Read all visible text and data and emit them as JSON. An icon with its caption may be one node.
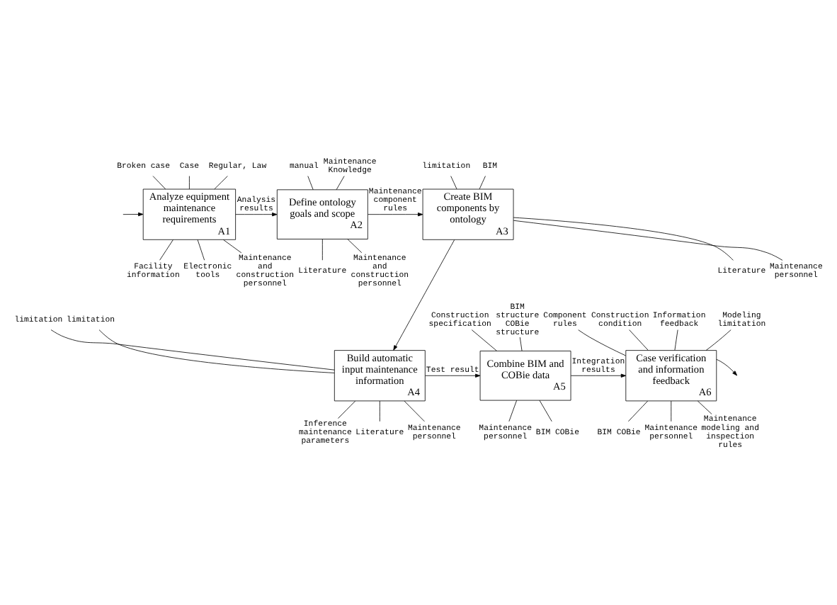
{
  "diagram": {
    "nodes": [
      {
        "text": [
          "Analyze equipment maintenance requirements",
          "A1"
        ]
      },
      {
        "text": [
          "Define ontology goals and scope",
          "A2"
        ]
      },
      {
        "text": [
          "Create BIM components by ontology",
          "A3"
        ]
      },
      {
        "text": [
          "Build automatic input maintenance information",
          "A4"
        ]
      },
      {
        "text": [
          "Combine BIM and COBie data",
          "A5"
        ]
      },
      {
        "text": [
          "Case verification and information feedback",
          "A6"
        ]
      },
      {
        "text": [
          "Broken case"
        ]
      },
      {
        "text": [
          "Facility information"
        ]
      },
      {
        "text": [
          "Case"
        ]
      },
      {
        "text": [
          "Regular, Law"
        ]
      },
      {
        "text": [
          "Electronic tools"
        ]
      },
      {
        "text": [
          "Maintenance and construction personnel"
        ]
      },
      {
        "text": [
          "Maintenance Knowledge"
        ]
      },
      {
        "text": [
          "manual"
        ]
      },
      {
        "text": [
          "Literature"
        ]
      },
      {
        "text": [
          "Maintenance and construction personnel"
        ]
      },
      {
        "text": [
          "BIM"
        ]
      },
      {
        "text": [
          "limitation"
        ]
      },
      {
        "text": [
          "Literature"
        ]
      },
      {
        "text": [
          "Maintenance personnel"
        ]
      },
      {
        "text": [
          "limitation"
        ]
      },
      {
        "text": [
          "limitation"
        ]
      },
      {
        "text": [
          "Inference maintenance parameters"
        ]
      },
      {
        "text": [
          "Literature"
        ]
      },
      {
        "text": [
          "Maintenance personnel"
        ]
      },
      {
        "text": [
          "BIM structure COBie structure"
        ]
      },
      {
        "text": [
          "Construction specification"
        ]
      },
      {
        "text": [
          "BIM COBie"
        ]
      },
      {
        "text": [
          "Maintenance personnel"
        ]
      },
      {
        "text": [
          "Modeling limitation"
        ]
      },
      {
        "text": [
          "Component rules"
        ]
      },
      {
        "text": [
          "Construction condition"
        ]
      },
      {
        "text": [
          "BIM COBie"
        ]
      },
      {
        "text": [
          "Maintenance personnel"
        ]
      },
      {
        "text": [
          "Information feedback"
        ]
      },
      {
        "text": [
          "Maintenance modeling and inspection rules"
        ]
      }
    ],
    "edges": [
      {
        "from": null,
        "to": 0,
        "arrow": "to"
      },
      {
        "from": 0,
        "to": 1,
        "arrow": "to",
        "label": "Analysis results"
      },
      {
        "from": 1,
        "to": 2,
        "arrow": "to",
        "label": "Maintenance component rules"
      },
      {
        "from": 2,
        "to": 3,
        "arrow": "to"
      },
      {
        "from": 3,
        "to": 4,
        "arrow": "to",
        "label": "Test result"
      },
      {
        "from": 4,
        "to": 5,
        "arrow": "to",
        "label": "Integration results"
      },
      {
        "from": 5,
        "to": null,
        "arrow": "to"
      },
      {
        "from": 6,
        "to": 0,
        "arrow": "none"
      },
      {
        "from": 7,
        "to": 0,
        "arrow": "none"
      },
      {
        "from": 8,
        "to": 0,
        "arrow": "none"
      },
      {
        "from": 9,
        "to": 0,
        "arrow": "none"
      },
      {
        "from": 10,
        "to": 0,
        "arrow": "none"
      },
      {
        "from": 11,
        "to": 0,
        "arrow": "none"
      },
      {
        "from": 12,
        "to": 1,
        "arrow": "none"
      },
      {
        "from": 13,
        "to": 1,
        "arrow": "none"
      },
      {
        "from": 14,
        "to": 1,
        "arrow": "none"
      },
      {
        "from": 15,
        "to": 1,
        "arrow": "none"
      },
      {
        "from": 16,
        "to": 2,
        "arrow": "none"
      },
      {
        "from": 17,
        "to": 2,
        "arrow": "none"
      },
      {
        "from": 18,
        "to": 2,
        "arrow": "none"
      },
      {
        "from": 19,
        "to": 2,
        "arrow": "none"
      },
      {
        "from": 20,
        "to": 3,
        "arrow": "none"
      },
      {
        "from": 21,
        "to": 3,
        "arrow": "none"
      },
      {
        "from": 22,
        "to": 3,
        "arrow": "none"
      },
      {
        "from": 23,
        "to": 3,
        "arrow": "none"
      },
      {
        "from": 24,
        "to": 3,
        "arrow": "none"
      },
      {
        "from": 25,
        "to": 4,
        "arrow": "none"
      },
      {
        "from": 26,
        "to": 4,
        "arrow": "none"
      },
      {
        "from": 27,
        "to": 4,
        "arrow": "none"
      },
      {
        "from": 28,
        "to": 4,
        "arrow": "none"
      },
      {
        "from": 29,
        "to": 5,
        "arrow": "none"
      },
      {
        "from": 30,
        "to": 5,
        "arrow": "none"
      },
      {
        "from": 31,
        "to": 5,
        "arrow": "none"
      },
      {
        "from": 32,
        "to": 5,
        "arrow": "none"
      },
      {
        "from": 33,
        "to": 5,
        "arrow": "none"
      },
      {
        "from": 34,
        "to": 5,
        "arrow": "none"
      },
      {
        "from": 35,
        "to": 5,
        "arrow": "none"
      }
    ]
  }
}
